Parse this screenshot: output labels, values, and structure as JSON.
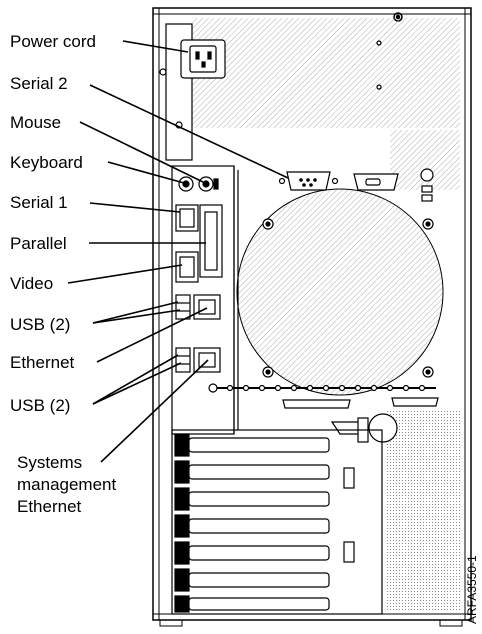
{
  "callouts": {
    "power_cord": "Power cord",
    "serial_2": "Serial 2",
    "mouse": "Mouse",
    "keyboard": "Keyboard",
    "serial_1": "Serial 1",
    "parallel": "Parallel",
    "video": "Video",
    "usb_upper": "USB (2)",
    "ethernet": "Ethernet",
    "usb_lower": "USB (2)",
    "systems_management_line1": "Systems",
    "systems_management_line2": "management",
    "systems_management_line3": "Ethernet"
  },
  "figure_id": "ARFA3550-1"
}
